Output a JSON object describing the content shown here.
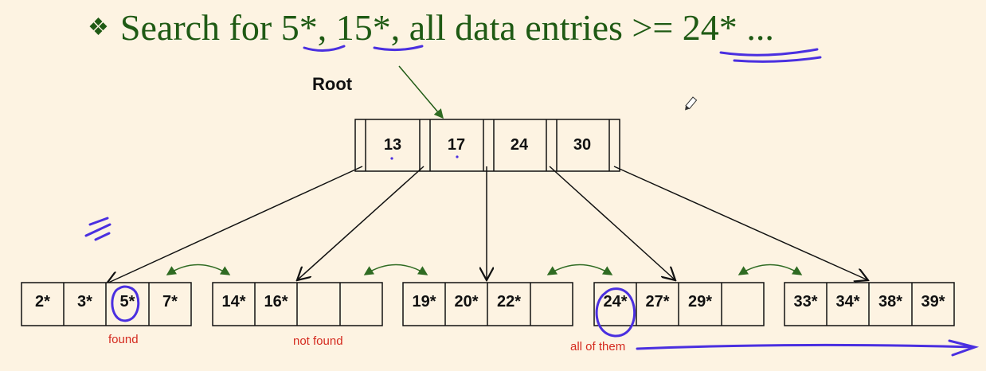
{
  "title": {
    "bullet": "❖",
    "prefix": "Search for ",
    "q1": "5*",
    "sep1": ", ",
    "q2": "15*",
    "mid": ", all data entries ",
    "q3": ">= 24*",
    "suffix": " ..."
  },
  "root_label": "Root",
  "root_keys": [
    "13",
    "17",
    "24",
    "30"
  ],
  "leaves": [
    [
      "2*",
      "3*",
      "5*",
      "7*"
    ],
    [
      "14*",
      "16*",
      "",
      ""
    ],
    [
      "19*",
      "20*",
      "22*",
      ""
    ],
    [
      "24*",
      "27*",
      "29*",
      ""
    ],
    [
      "33*",
      "34*",
      "38*",
      "39*"
    ]
  ],
  "notes": {
    "found": "found",
    "not_found": "not found",
    "all_of_them": "all of them"
  },
  "colors": {
    "title": "#1f5a14",
    "ink": "#4a2fe0",
    "note": "#d42a1f",
    "sibling_arrow": "#2f6b22",
    "pointer_arrow": "#1f5a14"
  }
}
